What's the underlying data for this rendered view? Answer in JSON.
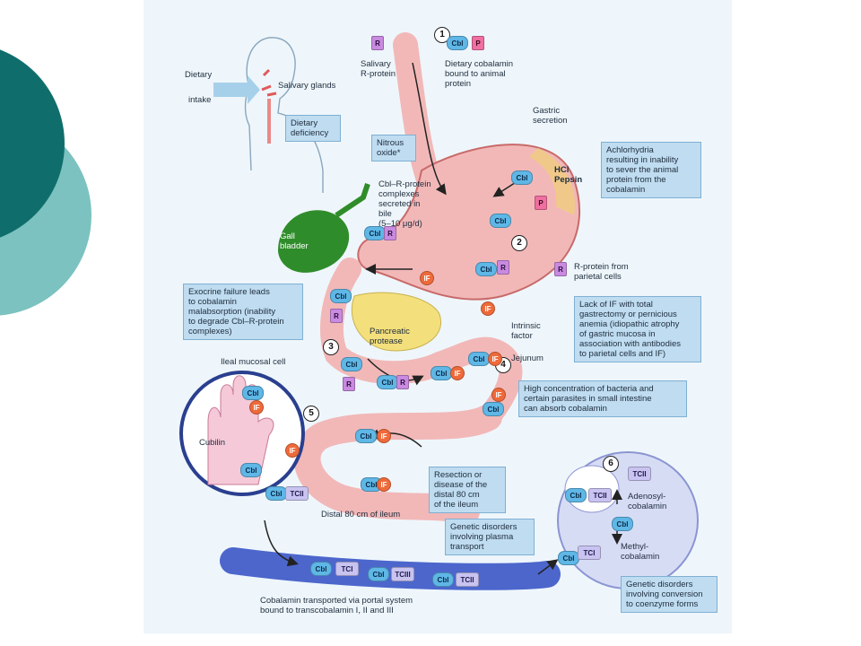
{
  "colors": {
    "teal_dark": "#0f6e6c",
    "teal_light": "#7bc2c0",
    "panel_bg": "#eef6fb",
    "callout_bg": "#bfdcf0",
    "stomach_pink": "#f2b8b8",
    "gall": "#2f8c2a",
    "pancreas": "#f3df7c"
  },
  "labels": {
    "dietary_intake_1": "Dietary",
    "dietary_intake_2": "intake",
    "salivary_glands": "Salivary glands",
    "dietary_deficiency": "Dietary\ndeficiency",
    "salivary_rprotein": "Salivary\nR-protein",
    "dietary_cobalamin": "Dietary cobalamin\nbound to animal\nprotein",
    "gastric_secretion": "Gastric\nsecretion",
    "nitrous_oxide": "Nitrous\noxide*",
    "hcl_pepsin": "HCl\nPepsin",
    "cbl_r_complexes": "Cbl–R-protein\ncomplexes\nsecreted in\nbile\n(5–10 μg/d)",
    "gall_bladder": "Gall\nbladder",
    "rprotein_parietal": "R-protein from\nparietal cells",
    "intrinsic_factor": "Intrinsic\nfactor",
    "pancreatic_protease": "Pancreatic\nprotease",
    "jejunum": "Jejunum",
    "ileal_mucosal_cell": "Ileal mucosal cell",
    "cubilin": "Cubilin",
    "distal_ileum": "Distal 80 cm of ileum",
    "portal_transport": "Cobalamin transported via portal system\nbound to transcobalamin I, II and III",
    "adenosyl": "Adenosyl-\ncobalamin",
    "methyl": "Methyl-\ncobalamin"
  },
  "callouts": {
    "achlorhydria": "Achlorhydria\nresulting in inability\nto sever the animal\nprotein from the\ncobalamin",
    "exocrine": "Exocrine failure leads\nto cobalamin\nmalabsorption (inability\nto degrade Cbl–R-protein\ncomplexes)",
    "lack_if": "Lack of IF with total\ngastrectomy or pernicious\nanemia (idiopathic atrophy\nof gastric mucosa in\nassociation with antibodies\nto parietal cells and IF)",
    "bacteria": "High concentration of bacteria and\ncertain parasites in small intestine\ncan absorb cobalamin",
    "resection": "Resection or\ndisease of the\ndistal 80 cm\nof the ileum",
    "genetic_plasma": "Genetic disorders\ninvolving plasma\ntransport",
    "genetic_conversion": "Genetic disorders\ninvolving conversion\nto coenzyme forms"
  },
  "step_numbers": [
    "1",
    "2",
    "3",
    "4",
    "5",
    "6"
  ],
  "tokens": {
    "cbl": "Cbl",
    "p": "P",
    "r": "R",
    "if": "IF",
    "tci": "TCI",
    "tcii": "TCII",
    "tciii": "TCIII"
  }
}
